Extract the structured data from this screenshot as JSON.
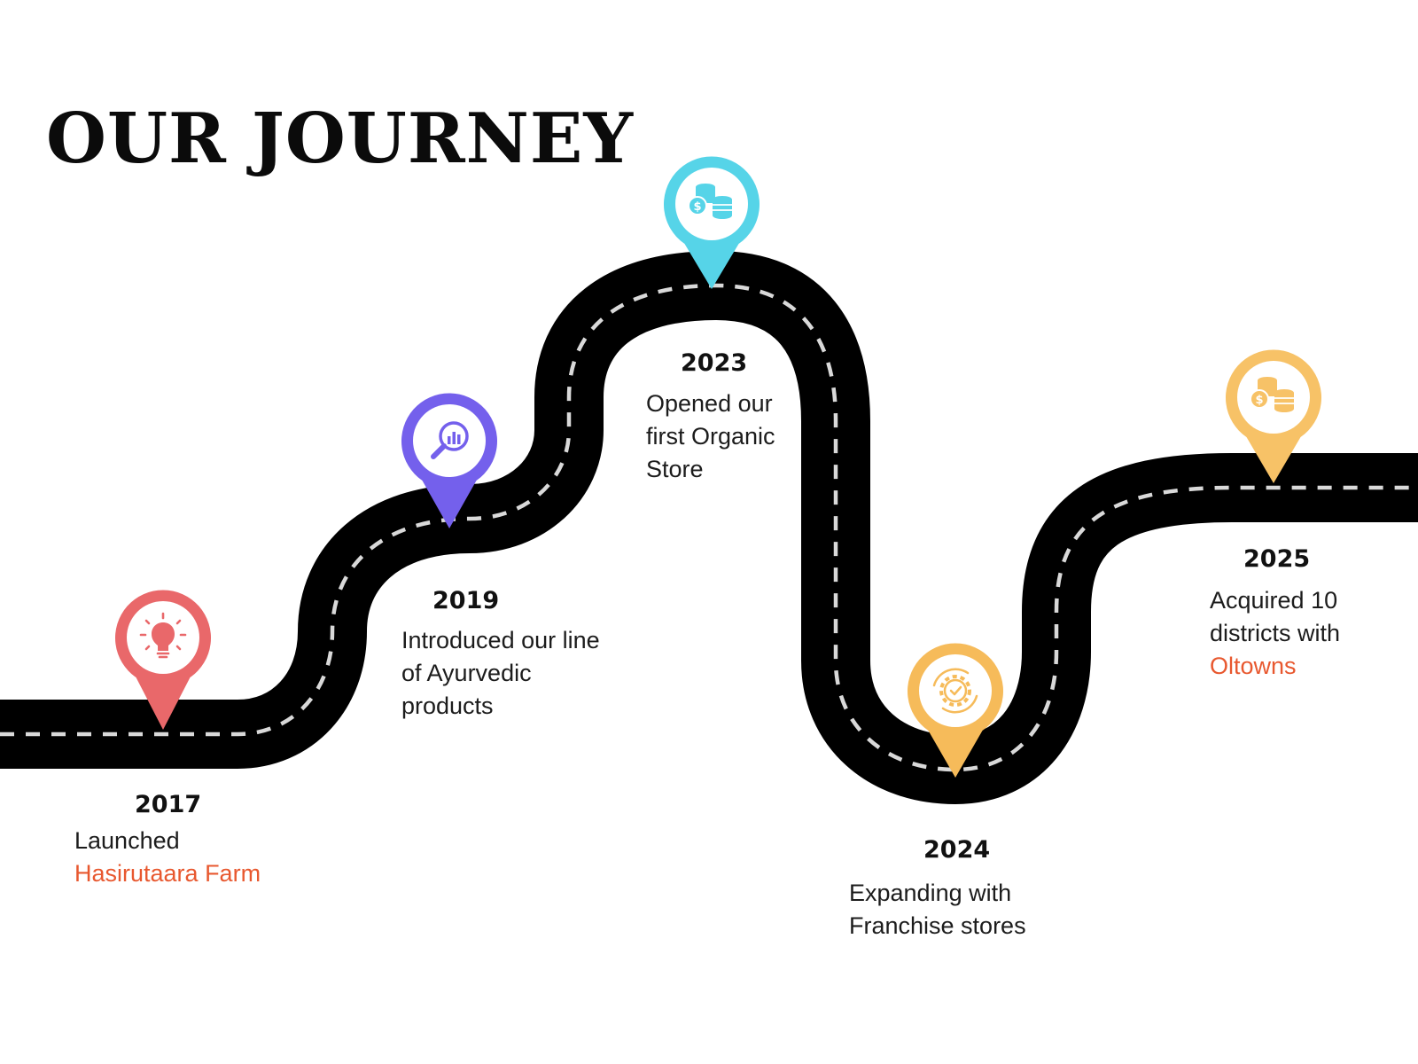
{
  "title": "OUR JOURNEY",
  "colors": {
    "road": "#000000",
    "road_dash": "#d9d9d9",
    "highlight": "#e8582f",
    "pin_red": "#e9686a",
    "pin_purple": "#7460ec",
    "pin_cyan": "#56d4e8",
    "pin_orange": "#f6bb5a",
    "pin_orange_light": "#f7c267"
  },
  "milestones": [
    {
      "year": "2017",
      "lines": [
        "Launched"
      ],
      "highlight": "Hasirutaara Farm",
      "icon": "lightbulb-icon",
      "pin_color": "#e9686a"
    },
    {
      "year": "2019",
      "lines": [
        "Introduced our line",
        "of Ayurvedic",
        "products"
      ],
      "highlight": "",
      "icon": "magnifier-chart-icon",
      "pin_color": "#7460ec"
    },
    {
      "year": "2023",
      "lines": [
        "Opened our",
        "first Organic",
        "Store"
      ],
      "highlight": "",
      "icon": "coins-icon",
      "pin_color": "#56d4e8"
    },
    {
      "year": "2024",
      "lines": [
        "Expanding with",
        "Franchise stores"
      ],
      "highlight": "",
      "icon": "gear-check-icon",
      "pin_color": "#f6bb5a"
    },
    {
      "year": "2025",
      "lines": [
        "Acquired 10",
        "districts with"
      ],
      "highlight": "Oltowns",
      "icon": "coins-icon",
      "pin_color": "#f7c267"
    }
  ]
}
